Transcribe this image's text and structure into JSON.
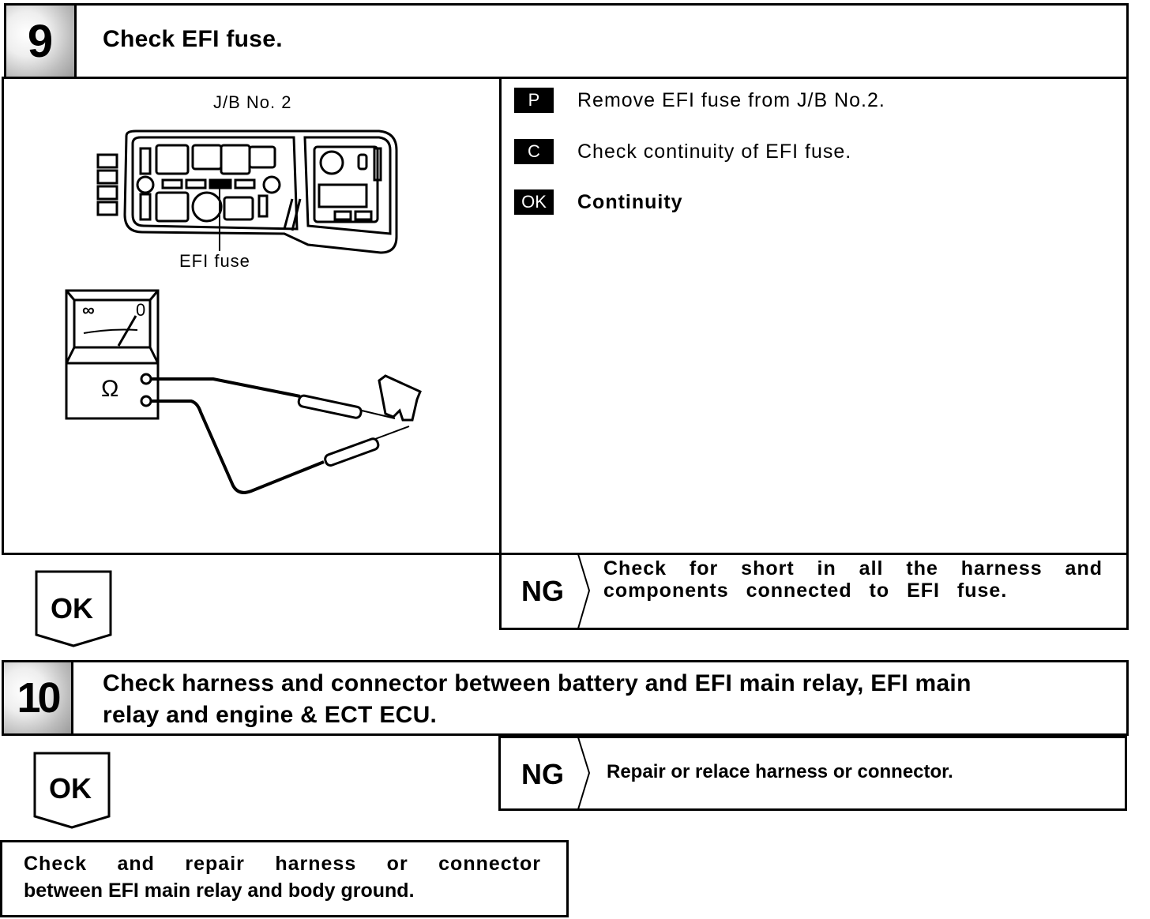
{
  "step9": {
    "number": "9",
    "title": "Check EFI fuse.",
    "illustration": {
      "jb_label": "J/B No. 2",
      "fuse_label": "EFI fuse",
      "meter_scale_left": "∞",
      "meter_scale_right": "0",
      "meter_unit": "Ω"
    },
    "instructions": [
      {
        "badge": "P",
        "text": "Remove EFI fuse from J/B No.2."
      },
      {
        "badge": "C",
        "text": "Check continuity of EFI fuse."
      },
      {
        "badge": "OK",
        "text": "Continuity"
      }
    ],
    "ok_label": "OK",
    "ng": {
      "label": "NG",
      "line1": "Check for short in all the harness and",
      "line2": "components connected to EFI fuse."
    }
  },
  "step10": {
    "number": "10",
    "title_line1": "Check harness and connector between battery and EFI main relay, EFI main",
    "title_line2": "relay and engine & ECT ECU.",
    "ok_label": "OK",
    "ng": {
      "label": "NG",
      "text": "Repair or relace harness or connector."
    }
  },
  "final": {
    "line1": "Check and repair harness or connector",
    "line2": "between EFI main relay and body ground."
  }
}
